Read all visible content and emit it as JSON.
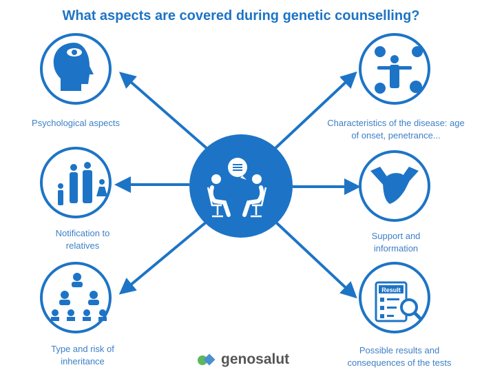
{
  "title": "What aspects are covered during genetic counselling?",
  "colors": {
    "primary": "#1d74c6",
    "label": "#3d7fc6",
    "logo_green": "#5cb85c"
  },
  "center": {
    "icon": "counselling-conversation-icon"
  },
  "aspects": [
    {
      "label": "Psychological aspects",
      "icon": "head-eye-icon"
    },
    {
      "label": "Notification to relatives",
      "icon": "family-icon"
    },
    {
      "label": "Type and risk of inheritance",
      "icon": "family-tree-icon"
    },
    {
      "label": "Characteristics of the disease: age of onset, penetrance...",
      "icon": "disease-symptoms-icon"
    },
    {
      "label": "Support and information",
      "icon": "handshake-icon"
    },
    {
      "label": "Possible results and consequences of the tests",
      "icon": "result-clipboard-icon"
    }
  ],
  "result_text": "Result",
  "logo": {
    "text": "genosalut"
  }
}
